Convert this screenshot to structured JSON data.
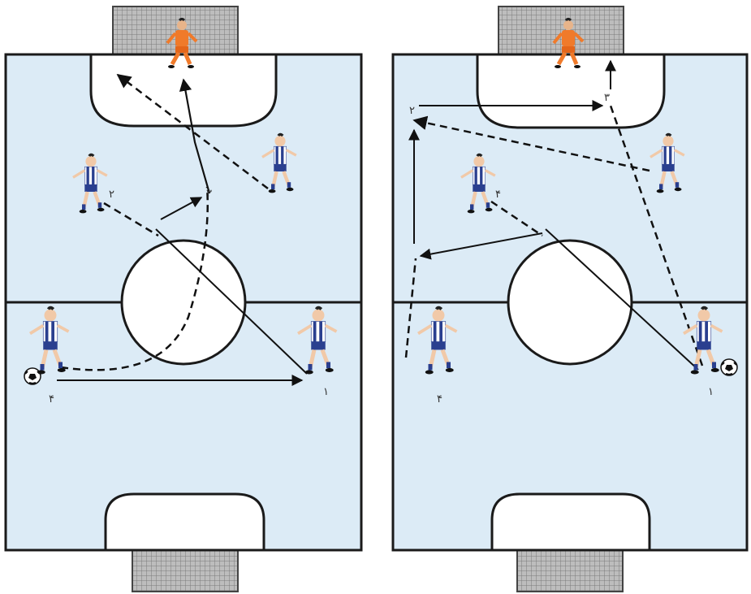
{
  "diagrams": [
    {
      "name": "left-drill",
      "labels": [
        "۴",
        "۱",
        "۳",
        "۲"
      ]
    },
    {
      "name": "right-drill",
      "labels": [
        "۴",
        "۱",
        "۲",
        "۳",
        "۴"
      ]
    }
  ],
  "colors": {
    "field": "#dcebf6",
    "field_line": "#1a1a1a",
    "goal_net": "#9a9a9a",
    "player_shirt_stripe": "#2a3f8f",
    "player_shorts": "#2a3f8f",
    "goalkeeper_kit": "#f07a2a",
    "pass_line": "#111111"
  },
  "legend_icons": [
    "soccer-ball-icon",
    "solid-arrow-pass",
    "dashed-arrow-run"
  ]
}
